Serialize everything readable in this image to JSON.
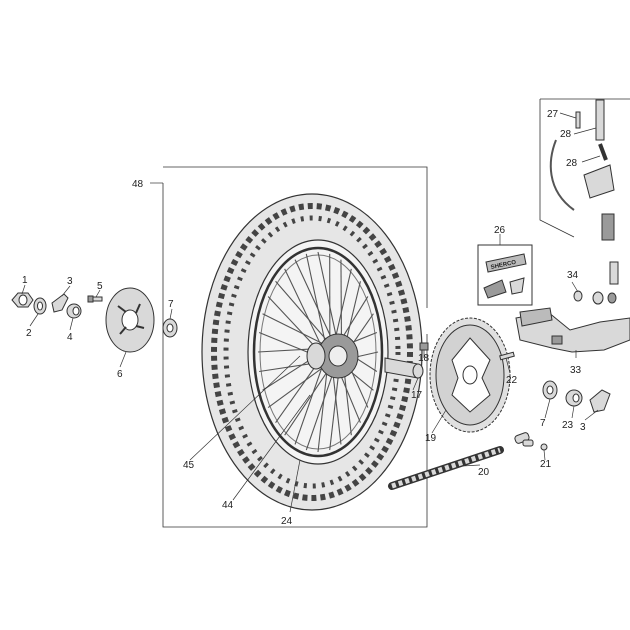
{
  "diagram": {
    "background": "#ffffff",
    "part_color": "#d9d9d9",
    "dark_color": "#9a9a9a",
    "stroke_color": "#333333",
    "callouts": {
      "c1": "1",
      "c2": "2",
      "c3a": "3",
      "c4": "4",
      "c5": "5",
      "c6": "6",
      "c7a": "7",
      "c17": "17",
      "c18": "18",
      "c19": "19",
      "c20": "20",
      "c21": "21",
      "c22": "22",
      "c23": "23",
      "c24": "24",
      "c26": "26",
      "c27": "27",
      "c28a": "28",
      "c28b": "28",
      "c33": "33",
      "c34": "34",
      "c44": "44",
      "c45": "45",
      "c48": "48",
      "c7b": "7",
      "c3b": "3"
    },
    "inset_brand": "SHERCO"
  }
}
